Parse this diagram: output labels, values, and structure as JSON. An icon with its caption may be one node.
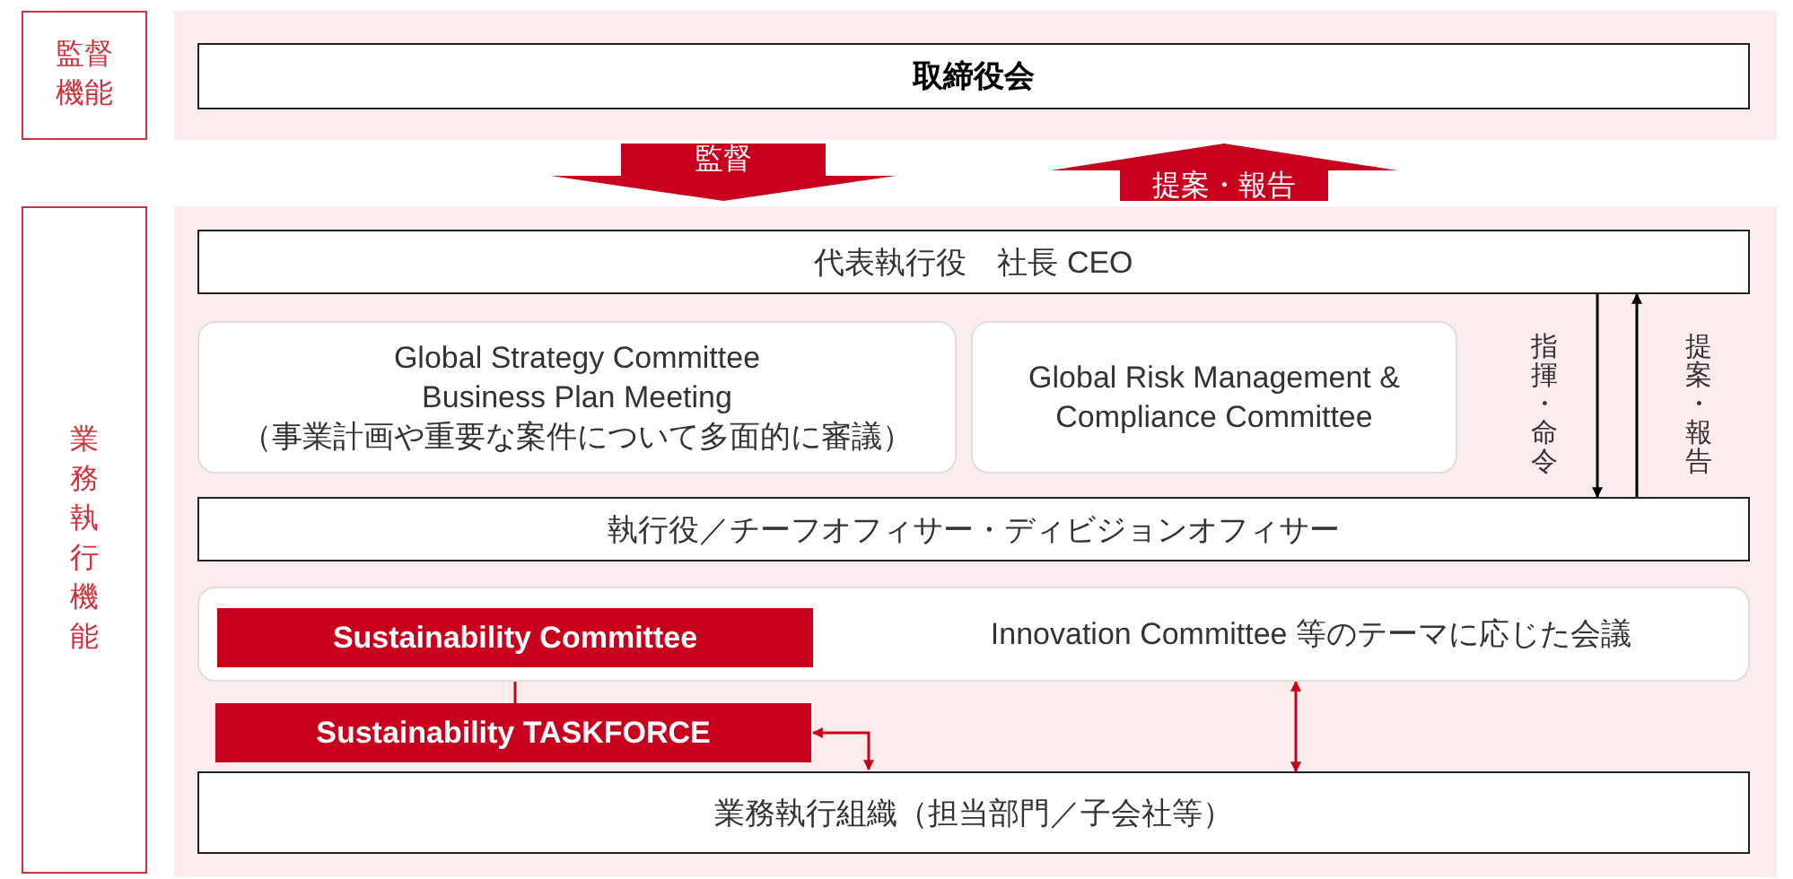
{
  "diagram": {
    "nodes": [
      {
        "text": [
          "監督機能"
        ]
      },
      {
        "text": [],
        "shape": "band"
      },
      {
        "text": [
          "取締役会"
        ],
        "in": 1
      },
      {
        "text": [
          "業務執行機能"
        ]
      },
      {
        "text": [],
        "shape": "band"
      },
      {
        "text": [
          "代表執行役　社長 CEO"
        ],
        "in": 4
      },
      {
        "text": [
          "Global Strategy Committee Business Plan Meeting",
          "（事業計画や重要な案件について多面的に審議）"
        ],
        "in": 4
      },
      {
        "text": [
          "Global Risk Management & Compliance Committee"
        ],
        "in": 4
      },
      {
        "text": [
          "執行役／チーフオフィサー・ディビジョンオフィサー"
        ],
        "in": 4
      },
      {
        "text": [
          "Innovation Committee 等のテーマに応じた会議"
        ],
        "in": 4
      },
      {
        "text": [
          "Sustainability Committee"
        ],
        "in": 9
      },
      {
        "text": [
          "Sustainability TASKFORCE"
        ],
        "in": 4
      },
      {
        "text": [
          "業務執行組織（担当部門／子会社等）"
        ],
        "in": 4
      }
    ],
    "edges": [
      {
        "from": 1,
        "to": 4,
        "arrow": "to",
        "label": "監督",
        "style": "thick",
        "color": "#c8001e"
      },
      {
        "from": 4,
        "to": 1,
        "arrow": "to",
        "label": "提案・報告",
        "style": "thick",
        "color": "#c8001e"
      },
      {
        "from": 5,
        "to": 8,
        "arrow": "to",
        "label": "指揮・命令",
        "color": "#000000"
      },
      {
        "from": 8,
        "to": 5,
        "arrow": "to",
        "label": "提案・報告",
        "color": "#000000"
      },
      {
        "from": 10,
        "to": 11,
        "arrow": "none",
        "color": "#c8001e"
      },
      {
        "from": 11,
        "to": 12,
        "arrow": "both",
        "color": "#c8001e"
      },
      {
        "from": 9,
        "to": 12,
        "arrow": "both",
        "color": "#c8001e"
      }
    ]
  }
}
